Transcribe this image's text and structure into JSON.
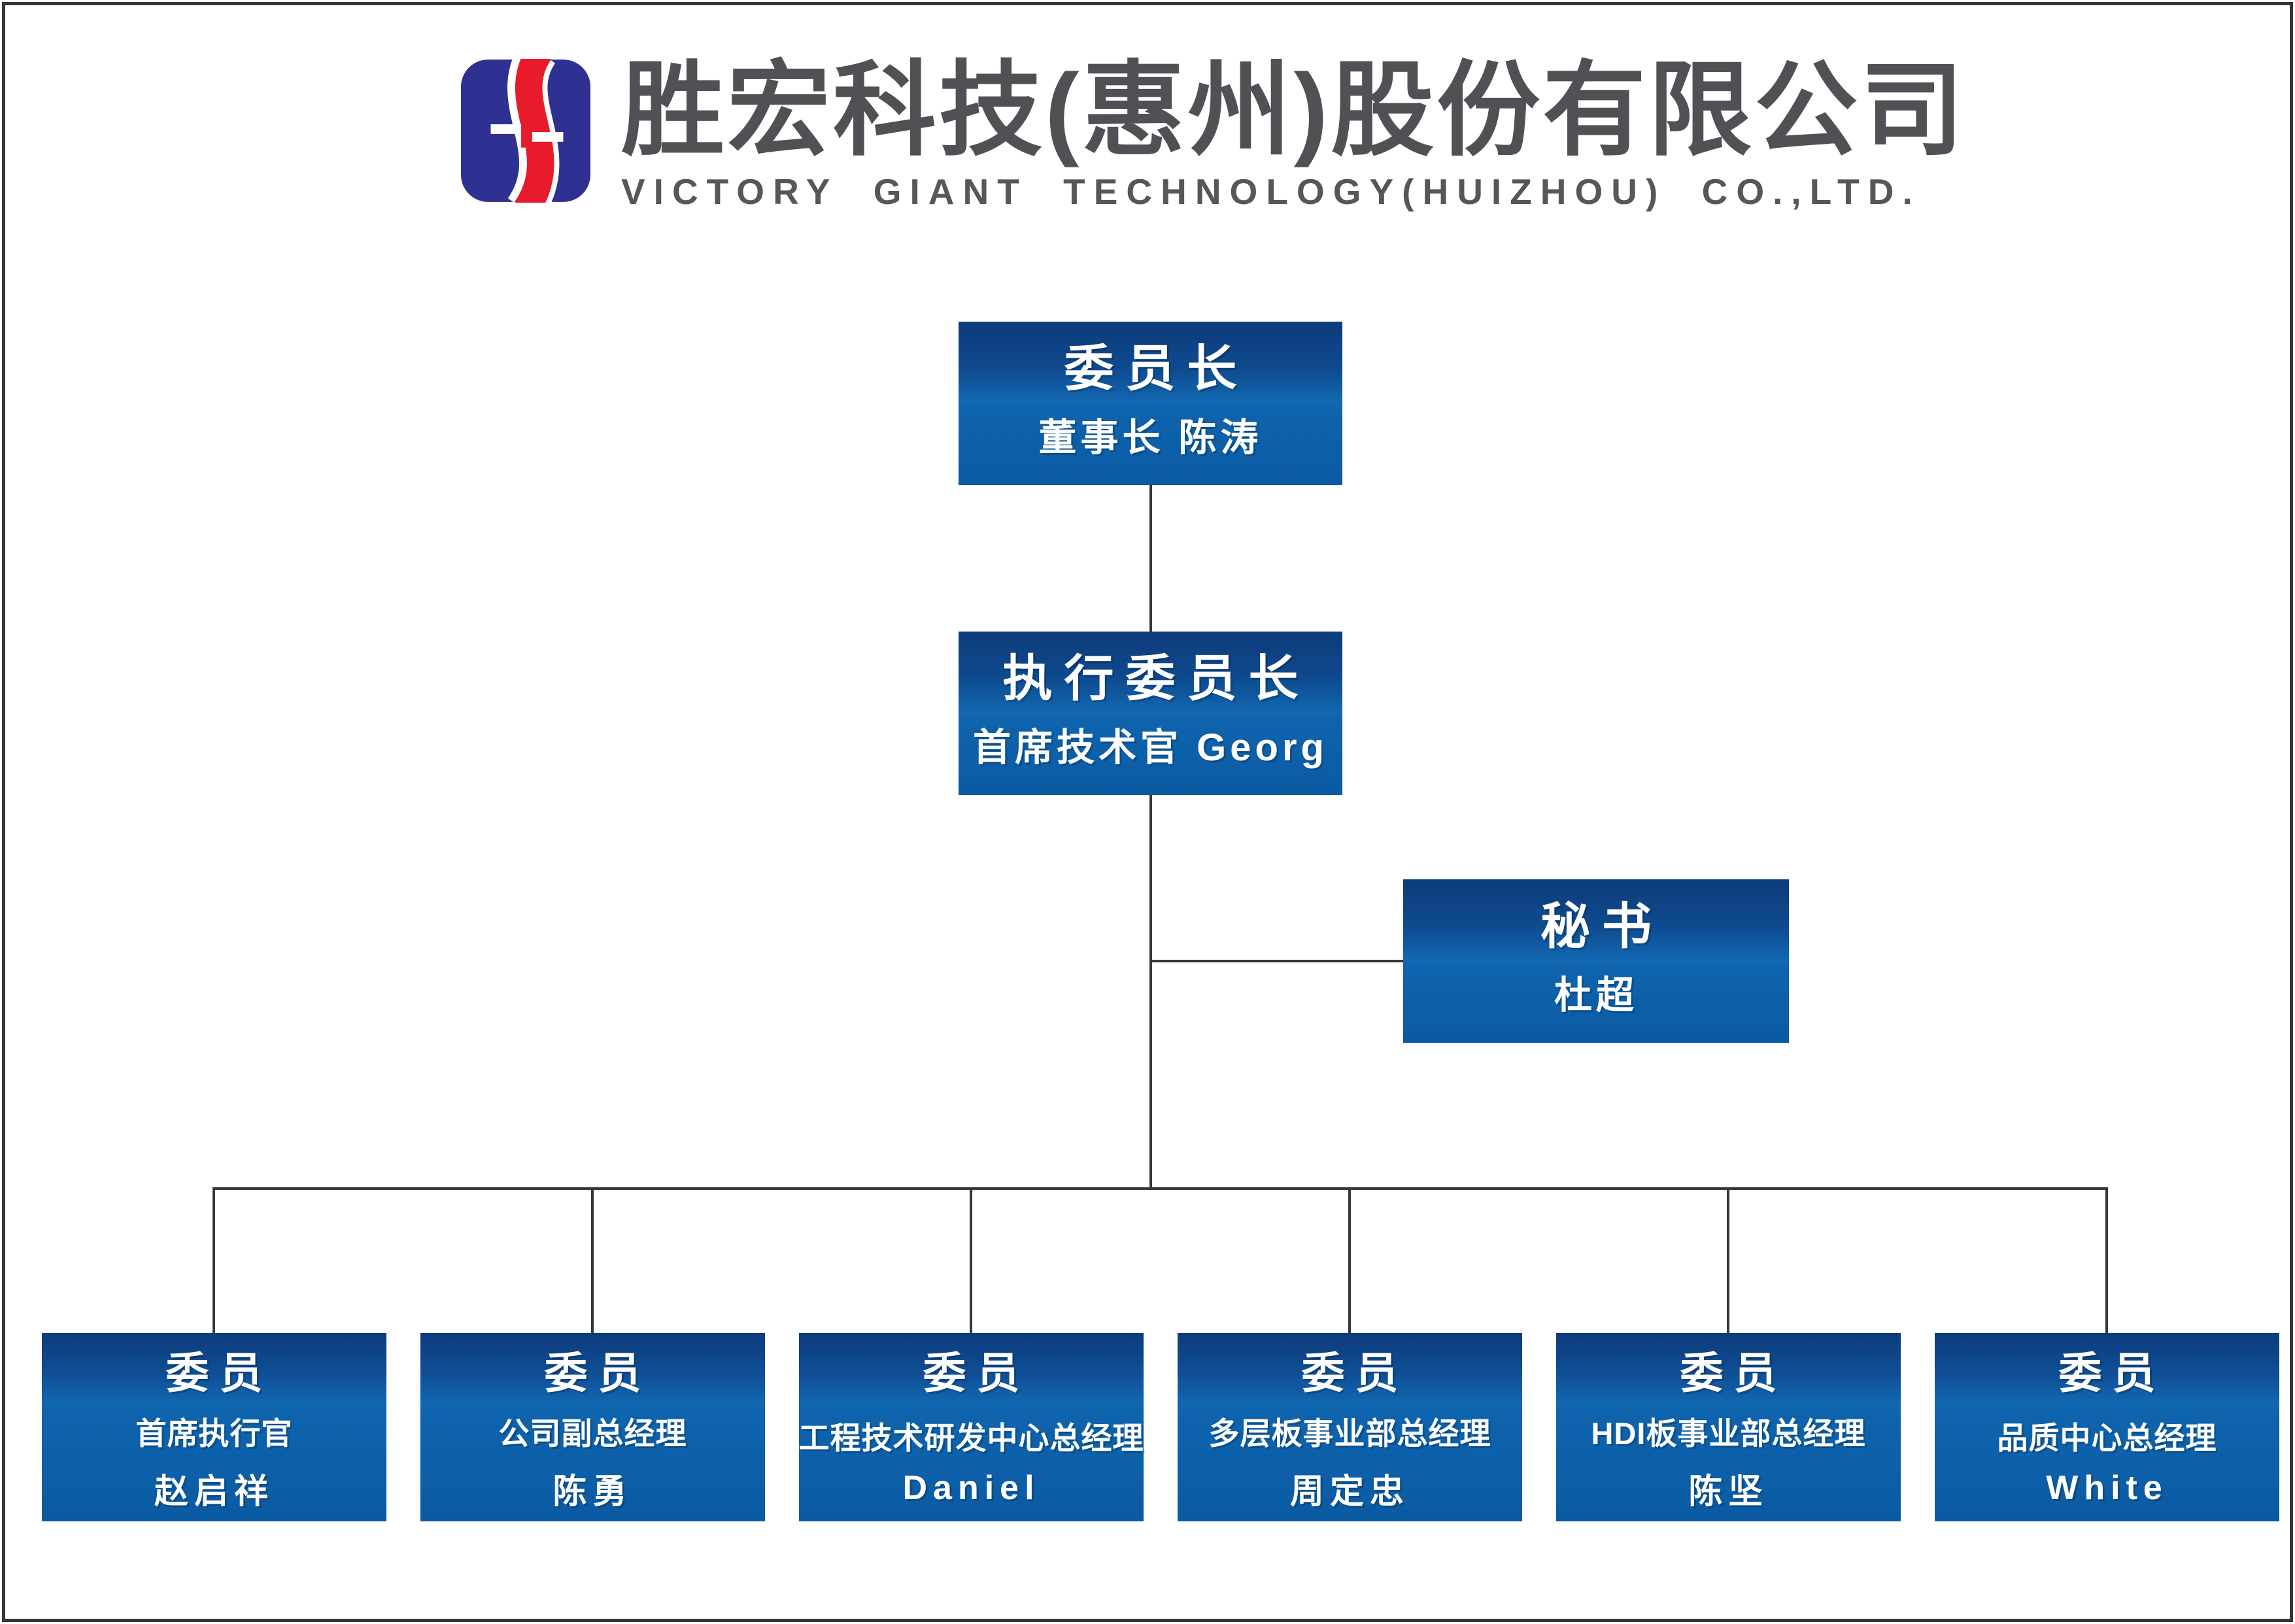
{
  "page": {
    "background": "#ffffff",
    "border_color": "#3a3637"
  },
  "header": {
    "company_name_zh": "胜宏科技(惠州)股份有限公司",
    "company_name_en": "VICTORY GIANT TECHNOLOGY(HUIZHOU) CO.,LTD.",
    "text_color": "#515155",
    "logo": {
      "icon": "victory-giant-logo",
      "blue": "#2e3192",
      "red": "#e81b2c",
      "white": "#ffffff"
    }
  },
  "chart": {
    "line_color": "#3a3637",
    "node_colors": {
      "gradient_top": "#0d3b7a",
      "gradient_light": "#1268b2",
      "gradient_bottom": "#0a5aa2",
      "text": "#ffffff"
    },
    "chairman": {
      "title": "委员长",
      "subtitle": "董事长 陈涛"
    },
    "exec_chairman": {
      "title": "执行委员长",
      "subtitle": "首席技术官 Georg"
    },
    "secretary": {
      "title": "秘书",
      "subtitle": "杜超"
    },
    "members": [
      {
        "title": "委员",
        "role": "首席执行官",
        "person": "赵启祥"
      },
      {
        "title": "委员",
        "role": "公司副总经理",
        "person": "陈勇"
      },
      {
        "title": "委员",
        "role": "工程技术研发中心总经理",
        "person": "Daniel"
      },
      {
        "title": "委员",
        "role": "多层板事业部总经理",
        "person": "周定忠"
      },
      {
        "title": "委员",
        "role": "HDI板事业部总经理",
        "person": "陈坚"
      },
      {
        "title": "委员",
        "role": "品质中心总经理",
        "person": "White"
      }
    ]
  }
}
